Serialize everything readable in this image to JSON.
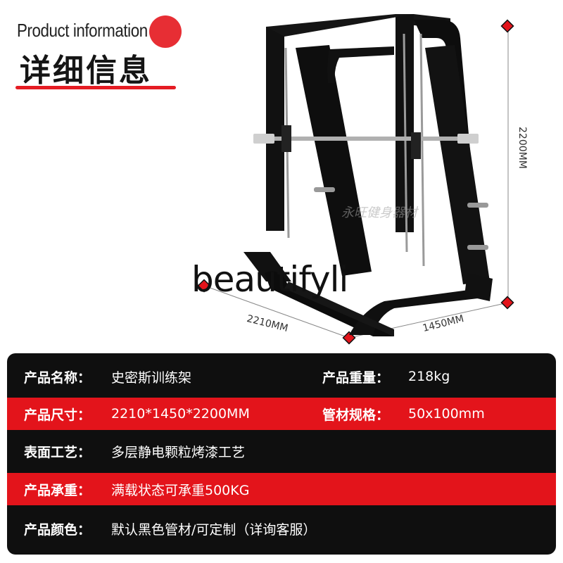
{
  "header": {
    "title_en": "Product information",
    "title_cn": "详细信息"
  },
  "image": {
    "watermark": "永旺健身器材",
    "overlay_text": "beautifyli",
    "dimensions": {
      "height": "2200MM",
      "width": "2210MM",
      "depth": "1450MM"
    }
  },
  "specs": {
    "rows": [
      {
        "label": "产品名称：",
        "value": "史密斯训练架",
        "label2": "产品重量：",
        "value2": "218kg"
      },
      {
        "label": "产品尺寸：",
        "value": "2210*1450*2200MM",
        "label2": "管材规格：",
        "value2": "50x100mm"
      },
      {
        "label": "表面工艺：",
        "value": "多层静电颗粒烤漆工艺"
      },
      {
        "label": "产品承重：",
        "value": "满载状态可承重500KG"
      },
      {
        "label": "产品颜色：",
        "value": "默认黑色管材/可定制（详询客服）"
      }
    ]
  },
  "colors": {
    "accent_red": "#e3141b",
    "panel_bg": "#0f0f0f"
  }
}
